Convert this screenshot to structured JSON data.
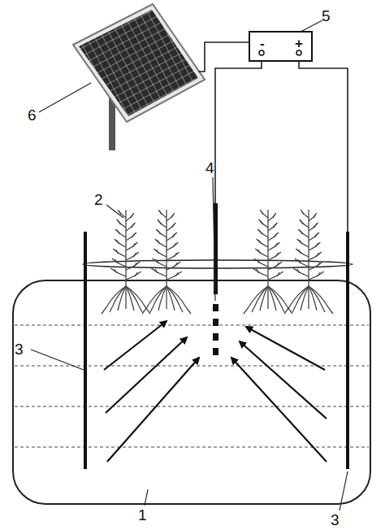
{
  "diagram": {
    "nodes": [
      {
        "text": [
          "-",
          "+"
        ]
      }
    ],
    "labels": [
      "6",
      "5",
      "2",
      "4",
      "3",
      "3",
      "1"
    ]
  }
}
